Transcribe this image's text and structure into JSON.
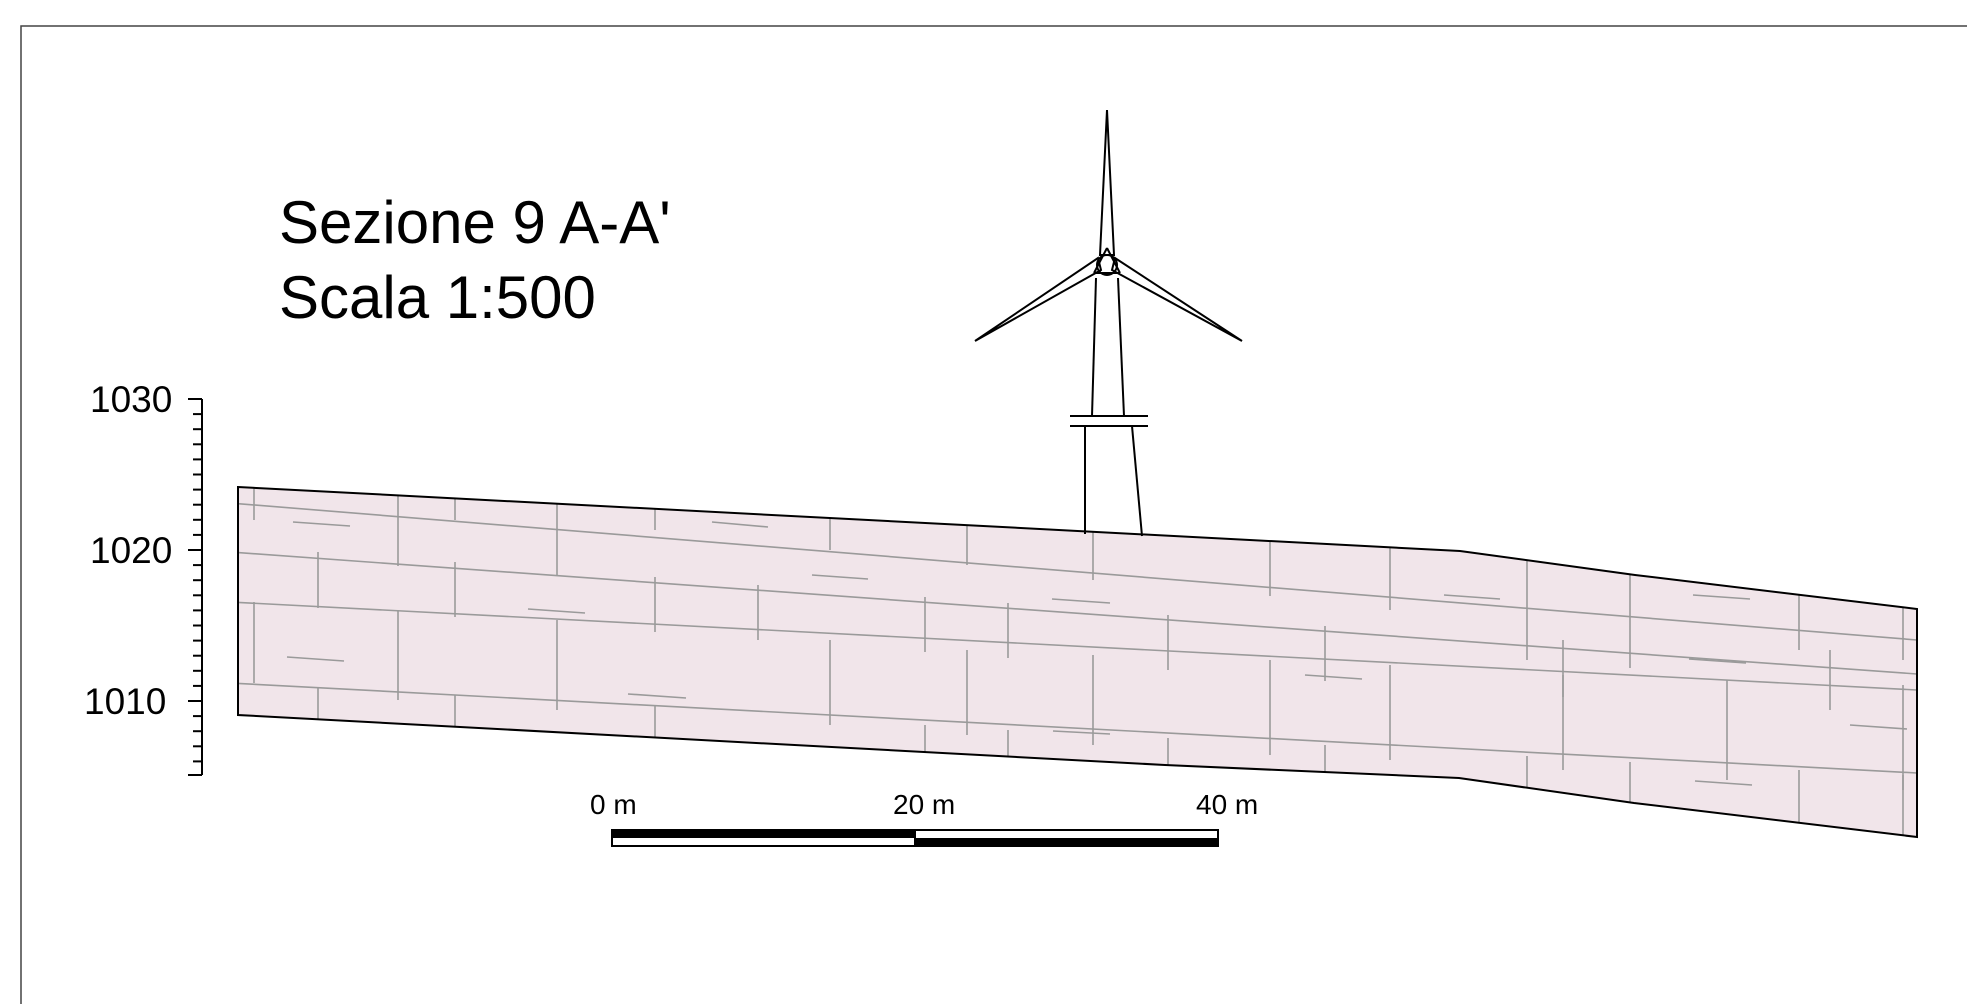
{
  "title": {
    "line1": "Sezione 9 A-A'",
    "line2": "Scala 1:500"
  },
  "elevation_axis": {
    "labels": [
      "1030",
      "1020",
      "1010"
    ]
  },
  "scale_bar": {
    "labels": [
      "0 m",
      "20 m",
      "40 m"
    ]
  },
  "icons": {
    "wind_turbine": "wind-turbine-icon"
  },
  "colors": {
    "rock_fill": "#f1e5ea",
    "rock_lines": "#9a9a9a",
    "outline": "#000000",
    "background": "#ffffff"
  }
}
